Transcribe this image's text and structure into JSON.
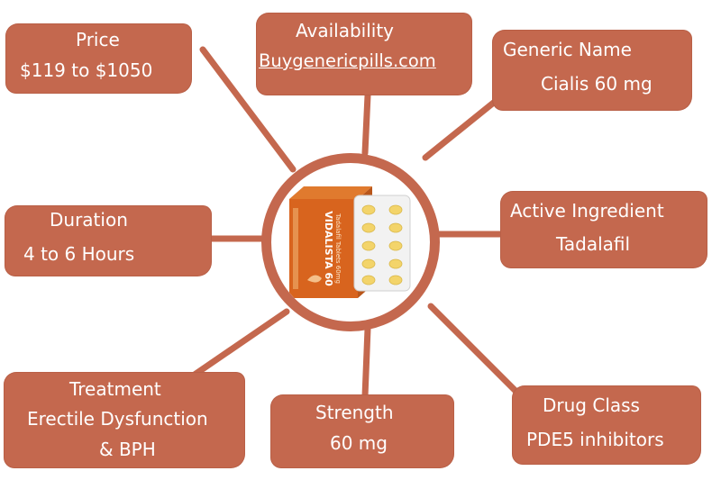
{
  "colors": {
    "box": "#c4684e",
    "line": "#c4684e",
    "text": "#ffffff"
  },
  "product": {
    "image_alt": "Vidalista 60 tablet pack",
    "pack_side_text": "Tadalafil Tablets 60mg",
    "pack_brand": "VIDALISTA 60"
  },
  "nodes": {
    "price": {
      "title": "Price",
      "value": "$119 to $1050"
    },
    "availability": {
      "title": "Availability",
      "value": "Buygenericpills.com"
    },
    "generic_name": {
      "title": "Generic Name",
      "value": "Cialis 60 mg"
    },
    "duration": {
      "title": "Duration",
      "value": "4 to 6 Hours"
    },
    "active_ingredient": {
      "title": "Active Ingredient",
      "value": "Tadalafil"
    },
    "treatment": {
      "title": "Treatment",
      "value_line1": "Erectile Dysfunction",
      "value_line2": "& BPH"
    },
    "strength": {
      "title": "Strength",
      "value": "60 mg"
    },
    "drug_class": {
      "title": "Drug Class",
      "value": "PDE5 inhibitors"
    }
  }
}
